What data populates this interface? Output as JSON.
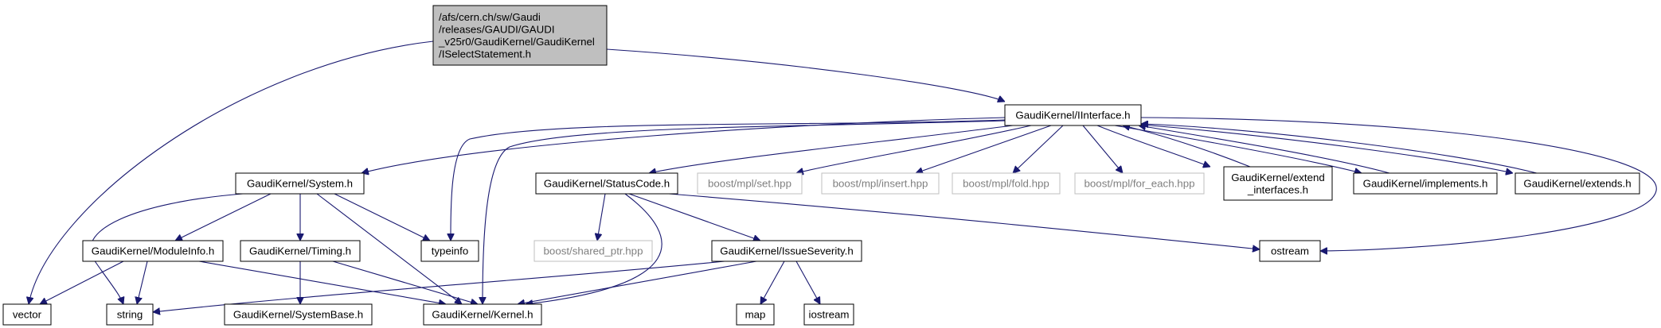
{
  "colors": {
    "edge": "#191970",
    "root_fill": "#bfbfbf",
    "node_fill": "#ffffff",
    "node_stroke": "#000000",
    "external_stroke": "#bfbfbf",
    "external_text": "#7f7f7f",
    "text": "#000000"
  },
  "nodes": [
    {
      "id": "root",
      "lines": [
        "/afs/cern.ch/sw/Gaudi",
        "/releases/GAUDI/GAUDI",
        "_v25r0/GaudiKernel/GaudiKernel",
        "/ISelectStatement.h"
      ],
      "style": "root"
    },
    {
      "id": "iinterface",
      "lines": [
        "GaudiKernel/IInterface.h"
      ],
      "style": "normal"
    },
    {
      "id": "vector",
      "lines": [
        "vector"
      ],
      "style": "normal"
    },
    {
      "id": "system",
      "lines": [
        "GaudiKernel/System.h"
      ],
      "style": "normal"
    },
    {
      "id": "typeinfo",
      "lines": [
        "typeinfo"
      ],
      "style": "normal"
    },
    {
      "id": "kernel",
      "lines": [
        "GaudiKernel/Kernel.h"
      ],
      "style": "normal"
    },
    {
      "id": "statuscode",
      "lines": [
        "GaudiKernel/StatusCode.h"
      ],
      "style": "normal"
    },
    {
      "id": "mplset",
      "lines": [
        "boost/mpl/set.hpp"
      ],
      "style": "external"
    },
    {
      "id": "mplinsert",
      "lines": [
        "boost/mpl/insert.hpp"
      ],
      "style": "external"
    },
    {
      "id": "mplfold",
      "lines": [
        "boost/mpl/fold.hpp"
      ],
      "style": "external"
    },
    {
      "id": "mplforeach",
      "lines": [
        "boost/mpl/for_each.hpp"
      ],
      "style": "external"
    },
    {
      "id": "extendif",
      "lines": [
        "GaudiKernel/extend",
        "_interfaces.h"
      ],
      "style": "normal"
    },
    {
      "id": "implements",
      "lines": [
        "GaudiKernel/implements.h"
      ],
      "style": "normal"
    },
    {
      "id": "extends",
      "lines": [
        "GaudiKernel/extends.h"
      ],
      "style": "normal"
    },
    {
      "id": "ostream",
      "lines": [
        "ostream"
      ],
      "style": "normal"
    },
    {
      "id": "moduleinfo",
      "lines": [
        "GaudiKernel/ModuleInfo.h"
      ],
      "style": "normal"
    },
    {
      "id": "timing",
      "lines": [
        "GaudiKernel/Timing.h"
      ],
      "style": "normal"
    },
    {
      "id": "string",
      "lines": [
        "string"
      ],
      "style": "normal"
    },
    {
      "id": "systembase",
      "lines": [
        "GaudiKernel/SystemBase.h"
      ],
      "style": "normal"
    },
    {
      "id": "sharedptr",
      "lines": [
        "boost/shared_ptr.hpp"
      ],
      "style": "external"
    },
    {
      "id": "issueseverity",
      "lines": [
        "GaudiKernel/IssueSeverity.h"
      ],
      "style": "normal"
    },
    {
      "id": "map",
      "lines": [
        "map"
      ],
      "style": "normal"
    },
    {
      "id": "iostream",
      "lines": [
        "iostream"
      ],
      "style": "normal"
    }
  ],
  "edges": [
    {
      "from": "root",
      "to": "iinterface"
    },
    {
      "from": "root",
      "to": "vector"
    },
    {
      "from": "iinterface",
      "to": "system"
    },
    {
      "from": "iinterface",
      "to": "typeinfo"
    },
    {
      "from": "iinterface",
      "to": "kernel"
    },
    {
      "from": "iinterface",
      "to": "statuscode"
    },
    {
      "from": "iinterface",
      "to": "mplset"
    },
    {
      "from": "iinterface",
      "to": "mplinsert"
    },
    {
      "from": "iinterface",
      "to": "mplfold"
    },
    {
      "from": "iinterface",
      "to": "mplforeach"
    },
    {
      "from": "iinterface",
      "to": "extendif"
    },
    {
      "from": "iinterface",
      "to": "implements"
    },
    {
      "from": "iinterface",
      "to": "extends"
    },
    {
      "from": "iinterface",
      "to": "ostream"
    },
    {
      "from": "extendif",
      "to": "iinterface"
    },
    {
      "from": "implements",
      "to": "iinterface"
    },
    {
      "from": "extends",
      "to": "iinterface"
    },
    {
      "from": "system",
      "to": "moduleinfo"
    },
    {
      "from": "system",
      "to": "timing"
    },
    {
      "from": "system",
      "to": "typeinfo"
    },
    {
      "from": "system",
      "to": "kernel"
    },
    {
      "from": "system",
      "to": "string"
    },
    {
      "from": "moduleinfo",
      "to": "vector"
    },
    {
      "from": "moduleinfo",
      "to": "string"
    },
    {
      "from": "moduleinfo",
      "to": "kernel"
    },
    {
      "from": "timing",
      "to": "systembase"
    },
    {
      "from": "timing",
      "to": "kernel"
    },
    {
      "from": "statuscode",
      "to": "sharedptr"
    },
    {
      "from": "statuscode",
      "to": "issueseverity"
    },
    {
      "from": "statuscode",
      "to": "kernel"
    },
    {
      "from": "statuscode",
      "to": "ostream"
    },
    {
      "from": "issueseverity",
      "to": "map"
    },
    {
      "from": "issueseverity",
      "to": "iostream"
    },
    {
      "from": "issueseverity",
      "to": "kernel"
    },
    {
      "from": "issueseverity",
      "to": "string"
    }
  ]
}
